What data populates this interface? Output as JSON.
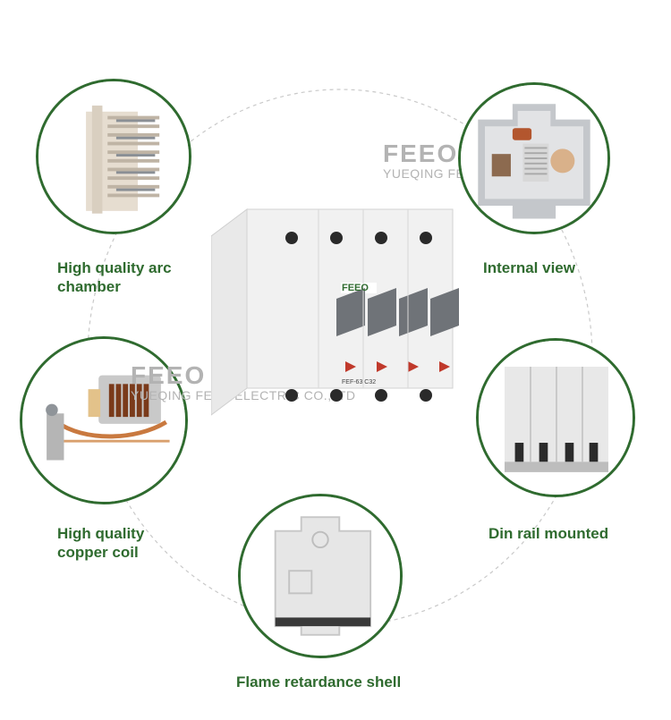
{
  "watermark": {
    "brand": "FEEO",
    "company": "YUEQING FEED ELECTRIC CO.,LTD"
  },
  "product": {
    "brand_label": "FEEO",
    "model_label": "FEF-63 C32"
  },
  "features": [
    {
      "label_lines": [
        "High quality arc",
        "chamber"
      ]
    },
    {
      "label_lines": [
        "Internal view"
      ]
    },
    {
      "label_lines": [
        "High quality",
        "copper coil"
      ]
    },
    {
      "label_lines": [
        "Din rail mounted"
      ]
    },
    {
      "label_lines": [
        "Flame retardance shell"
      ]
    }
  ],
  "colors": {
    "accent_green": "#2f6b2f",
    "body_grey": "#e9e9e9",
    "handle_grey": "#6f7378"
  }
}
